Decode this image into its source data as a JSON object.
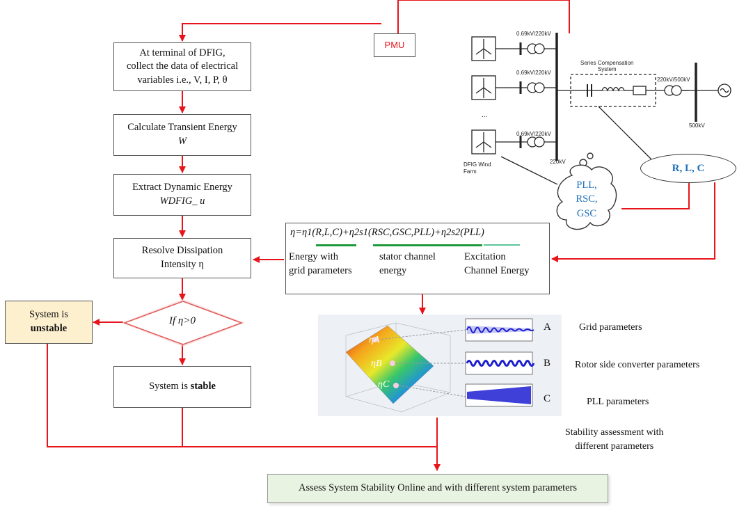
{
  "flow": {
    "pmu": "PMU",
    "collect": [
      "At terminal of DFIG,",
      "collect the data of electrical",
      "variables i.e., V, I, P, θ"
    ],
    "transient": "Calculate Transient Energy",
    "transient_var": "W",
    "extract": "Extract Dynamic Energy",
    "extract_var": "WDFIG_ u",
    "resolve": "Resolve Dissipation",
    "resolve_line2": "Intensity η",
    "decision": "If η>0",
    "stable_prefix": "System is ",
    "stable_bold": "stable",
    "unstable_line1": "System is",
    "unstable_bold": "unstable",
    "assess": "Assess System Stability Online and with different system parameters"
  },
  "equation": {
    "formula": "η=η1(R,L,C)+η2s1(RSC,GSC,PLL)+η2s2(PLL)",
    "term1": [
      "Energy with",
      "grid parameters"
    ],
    "term2": [
      "stator channel",
      "energy"
    ],
    "term3": [
      "Excitation",
      "Channel Energy"
    ]
  },
  "power_system": {
    "transformer_1": "0.69kV/220kV",
    "transformer_2": "0.69kV/220kV",
    "transformer_3": "0.69kV/220kV",
    "series_comp": [
      "Series Compensation",
      "System"
    ],
    "transformer_grid": "220kV/500kV",
    "bus_220": "220kV",
    "bus_500": "500kV",
    "ellipsis": "...",
    "wind_farm": [
      "DFIG Wind",
      "Farm"
    ]
  },
  "callouts": {
    "rlc": "R, L, C",
    "controllers": [
      "PLL,",
      "RSC,",
      "GSC"
    ]
  },
  "results": {
    "rows": [
      {
        "letter": "A",
        "desc": "Grid parameters"
      },
      {
        "letter": "B",
        "desc": "Rotor side converter parameters"
      },
      {
        "letter": "C",
        "desc": "PLL parameters"
      }
    ],
    "surface_points": [
      "ηA",
      "ηB",
      "ηC"
    ],
    "stability_note": [
      "Stability assessment with",
      "different parameters"
    ]
  },
  "colors": {
    "arrow": "#e8141b",
    "unstable_fill": "#fdf0cf",
    "assess_fill": "#e9f3e2",
    "callout_text": "#1f6fb8",
    "underline": "#1e9a3a"
  }
}
